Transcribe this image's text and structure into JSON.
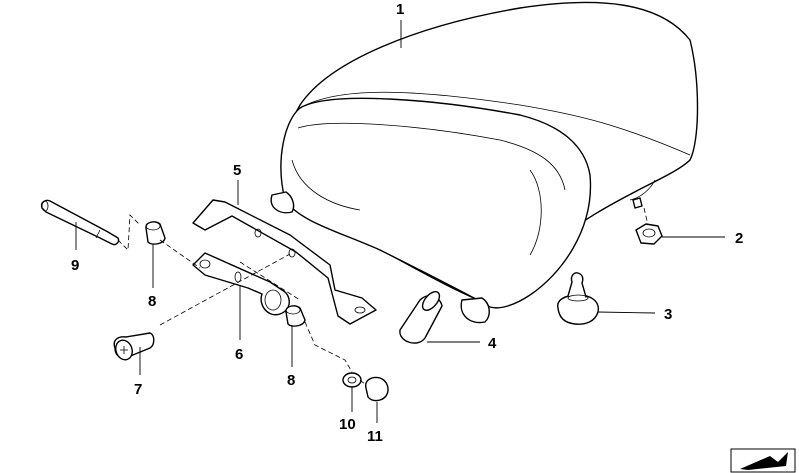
{
  "callouts": {
    "c1": "1",
    "c2": "2",
    "c3": "3",
    "c4": "4",
    "c5": "5",
    "c6": "6",
    "c7": "7",
    "c8a": "8",
    "c8b": "8",
    "c9": "9",
    "c10": "10",
    "c11": "11"
  },
  "icons": {
    "corner": "catalog-arrow-icon"
  },
  "colors": {
    "line": "#000000",
    "background": "#ffffff"
  }
}
